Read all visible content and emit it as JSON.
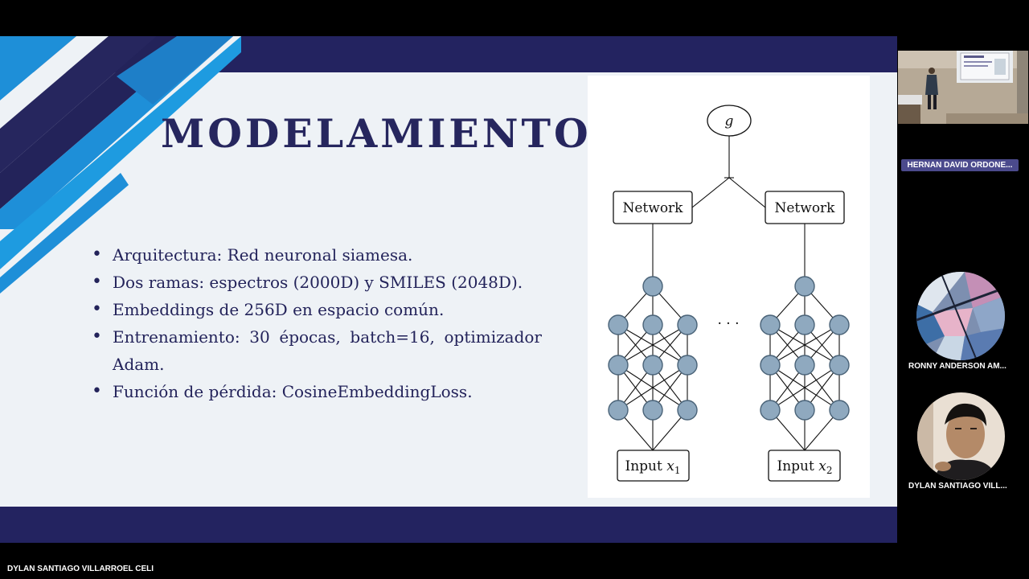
{
  "slide": {
    "title": "MODELAMIENTO",
    "bullets": [
      "Arquitectura: Red neuronal siamesa.",
      "Dos ramas: espectros (2000D) y SMILES (2048D).",
      "Embeddings de 256D en espacio común.",
      "Entrenamiento: 30 épocas, batch=16, optimizador Adam.",
      "Función de pérdida: CosineEmbeddingLoss."
    ],
    "colors": {
      "navy": "#232360",
      "blue": "#1e8fd8",
      "background": "#eef2f6"
    },
    "diagram": {
      "top_node": "g",
      "network_left": "Network",
      "network_right": "Network",
      "ellipsis": "· · ·",
      "input_left": "Input",
      "input_left_var": "x",
      "input_left_sub": "1",
      "input_right": "Input",
      "input_right_var": "x",
      "input_right_sub": "2"
    }
  },
  "participants": {
    "presenter_tile": {
      "name": "HERNAN DAVID ORDONE..."
    },
    "tiles": [
      {
        "name": "RONNY ANDERSON AM..."
      },
      {
        "name": "DYLAN SANTIAGO VILL..."
      }
    ],
    "self_name": "DYLAN SANTIAGO VILLARROEL CELI"
  }
}
